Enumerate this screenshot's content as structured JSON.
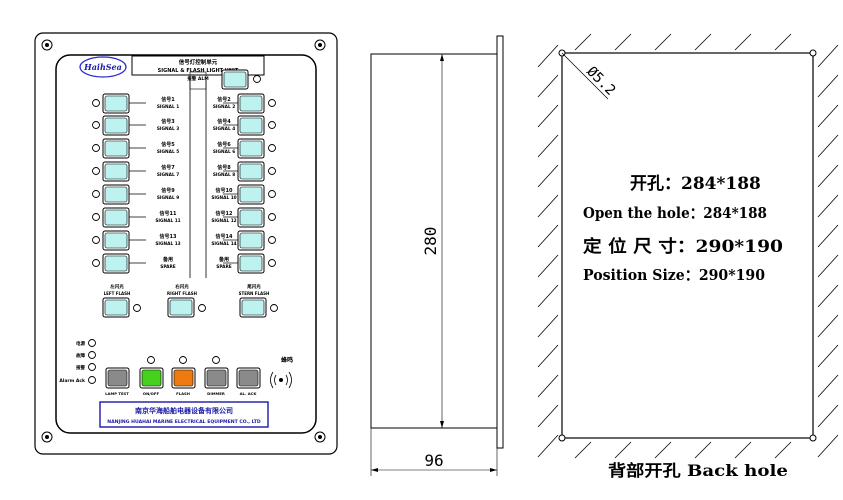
{
  "panel": {
    "logo_text": "HaihSea",
    "header_cn": "信号灯控制单元",
    "header_en": "SIGNAL & FLASH LIGHT UNIT",
    "top_label": "报警 ALM",
    "signals": [
      {
        "cn": "信号1",
        "en": "SIGNAL 1"
      },
      {
        "cn": "信号2",
        "en": "SIGNAL 2"
      },
      {
        "cn": "信号3",
        "en": "SIGNAL 3"
      },
      {
        "cn": "信号4",
        "en": "SIGNAL 4"
      },
      {
        "cn": "信号5",
        "en": "SIGNAL 5"
      },
      {
        "cn": "信号6",
        "en": "SIGNAL 6"
      },
      {
        "cn": "信号7",
        "en": "SIGNAL 7"
      },
      {
        "cn": "信号8",
        "en": "SIGNAL 8"
      },
      {
        "cn": "信号9",
        "en": "SIGNAL 9"
      },
      {
        "cn": "信号10",
        "en": "SIGNAL 10"
      },
      {
        "cn": "信号11",
        "en": "SIGNAL 11"
      },
      {
        "cn": "信号12",
        "en": "SIGNAL 12"
      },
      {
        "cn": "信号13",
        "en": "SIGNAL 13"
      },
      {
        "cn": "信号14",
        "en": "SIGNAL 14"
      },
      {
        "cn": "备用",
        "en": "SPARE"
      },
      {
        "cn": "备用",
        "en": "SPARE"
      }
    ],
    "flash_labels": [
      {
        "cn": "左闪光",
        "en": "LEFT FLASH"
      },
      {
        "cn": "右闪光",
        "en": "RIGHT FLASH"
      },
      {
        "cn": "尾闪光",
        "en": "STERN FLASH"
      }
    ],
    "status_labels": [
      "电源",
      "故障",
      "报警",
      "Alarm Ack"
    ],
    "bottom_buttons": [
      {
        "label": "LAMP TEST",
        "color": "#8a8a8a"
      },
      {
        "label": "ON/OFF",
        "color": "#46d21c"
      },
      {
        "label": "FLASH",
        "color": "#f07a12"
      },
      {
        "label": "DIMMER",
        "color": "#8a8a8a"
      },
      {
        "label": "AL. ACK",
        "color": "#8a8a8a"
      }
    ],
    "buzzer_label": "蜂鸣",
    "company_cn": "南京华海船舶电器设备有限公司",
    "company_en": "NANJING HUAHAI MARINE ELECTRICAL EQUIPMENT CO., LTD"
  },
  "side_view": {
    "height_label": "280",
    "depth_label": "96"
  },
  "back_hole": {
    "diameter_label": "Ø5.2",
    "line1": "开孔：284*188",
    "line2": "Open the hole：284*188",
    "line3": "定 位 尺 寸：290*190",
    "line4": "Position Size：290*190",
    "caption": "背部开孔 Back hole"
  },
  "colors": {
    "button_face": "#bdf2f0",
    "line": "#000000"
  }
}
